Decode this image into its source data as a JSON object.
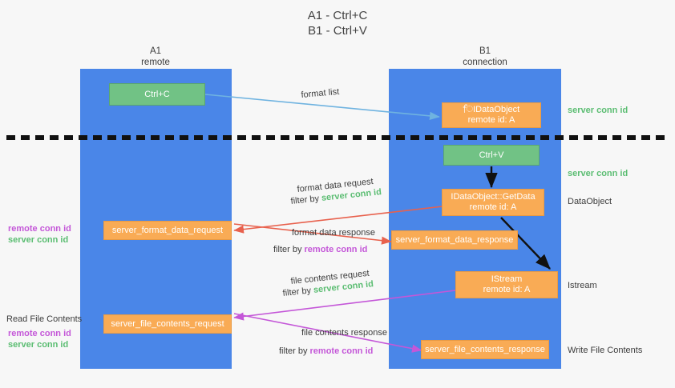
{
  "title": {
    "line1": "A1 - Ctrl+C",
    "line2": "B1 - Ctrl+V"
  },
  "columns": [
    {
      "name": "A1",
      "sub": "remote"
    },
    {
      "name": "B1",
      "sub": "connection"
    }
  ],
  "boxes": {
    "ctrl_c": "Ctrl+C",
    "ole_dataobject": {
      "line1": "૖ਿ੼IDataObject",
      "line2": "remote id: A"
    },
    "ctrl_v": "Ctrl+V",
    "getdata": {
      "line1": "IDataObject::GetData",
      "line2": "remote id: A"
    },
    "istream": {
      "line1": "IStream",
      "line2": "remote id: A"
    },
    "server_format_data_request": "server_format_data_request",
    "server_format_data_response": "server_format_data_response",
    "server_file_contents_request": "server_file_contents_request",
    "server_file_contents_response": "server_file_contents_response"
  },
  "arrow_labels": {
    "format_list": "format list",
    "format_data_request": "format data request",
    "format_data_request_filter_pre": "filter by ",
    "format_data_request_filter_key": "server conn id",
    "format_data_response": "format data response",
    "format_data_response_filter_pre": "filter by ",
    "format_data_response_filter_key": "remote conn id",
    "file_contents_request": "file contents request",
    "file_contents_request_filter_pre": "filter by ",
    "file_contents_request_filter_key": "server conn id",
    "file_contents_response": "file contents response",
    "file_contents_response_filter_pre": "filter by ",
    "file_contents_response_filter_key": "remote conn id"
  },
  "right_labels": {
    "server_conn_id_top": "server conn id",
    "server_conn_id_mid": "server conn id",
    "dataobject": "DataObject",
    "istream": "Istream",
    "write_file_contents": "Write File Contents"
  },
  "left_labels": {
    "remote_conn_id_1": "remote conn id",
    "server_conn_id_1": "server conn id",
    "read_file_contents": "Read File Contents",
    "remote_conn_id_2": "remote conn id",
    "server_conn_id_2": "server conn id"
  },
  "colors": {
    "lane": "#4a86e8",
    "green_box": "#71c285",
    "orange_box": "#f9ab55",
    "green_text": "#5bbd72",
    "magenta_text": "#c457d8",
    "red_arrow": "#e8614d",
    "magenta_arrow": "#c457d8",
    "blue_arrow": "#6fb3e0",
    "black_arrow": "#1a1a1a",
    "background": "#f7f7f7"
  }
}
